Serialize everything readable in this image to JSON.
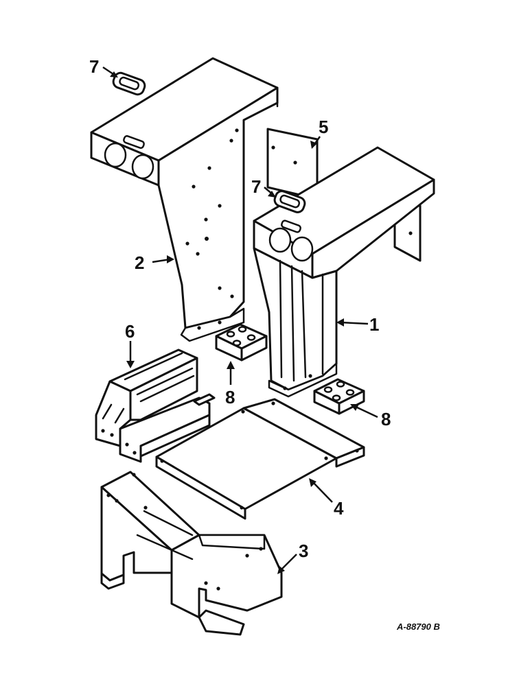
{
  "callouts": {
    "c1": "1",
    "c2": "2",
    "c3": "3",
    "c4": "4",
    "c5": "5",
    "c6": "6",
    "c7a": "7",
    "c7b": "7",
    "c8a": "8",
    "c8b": "8"
  },
  "reference_code": "A-88790 B",
  "colors": {
    "ink": "#111111",
    "paper": "#ffffff"
  }
}
